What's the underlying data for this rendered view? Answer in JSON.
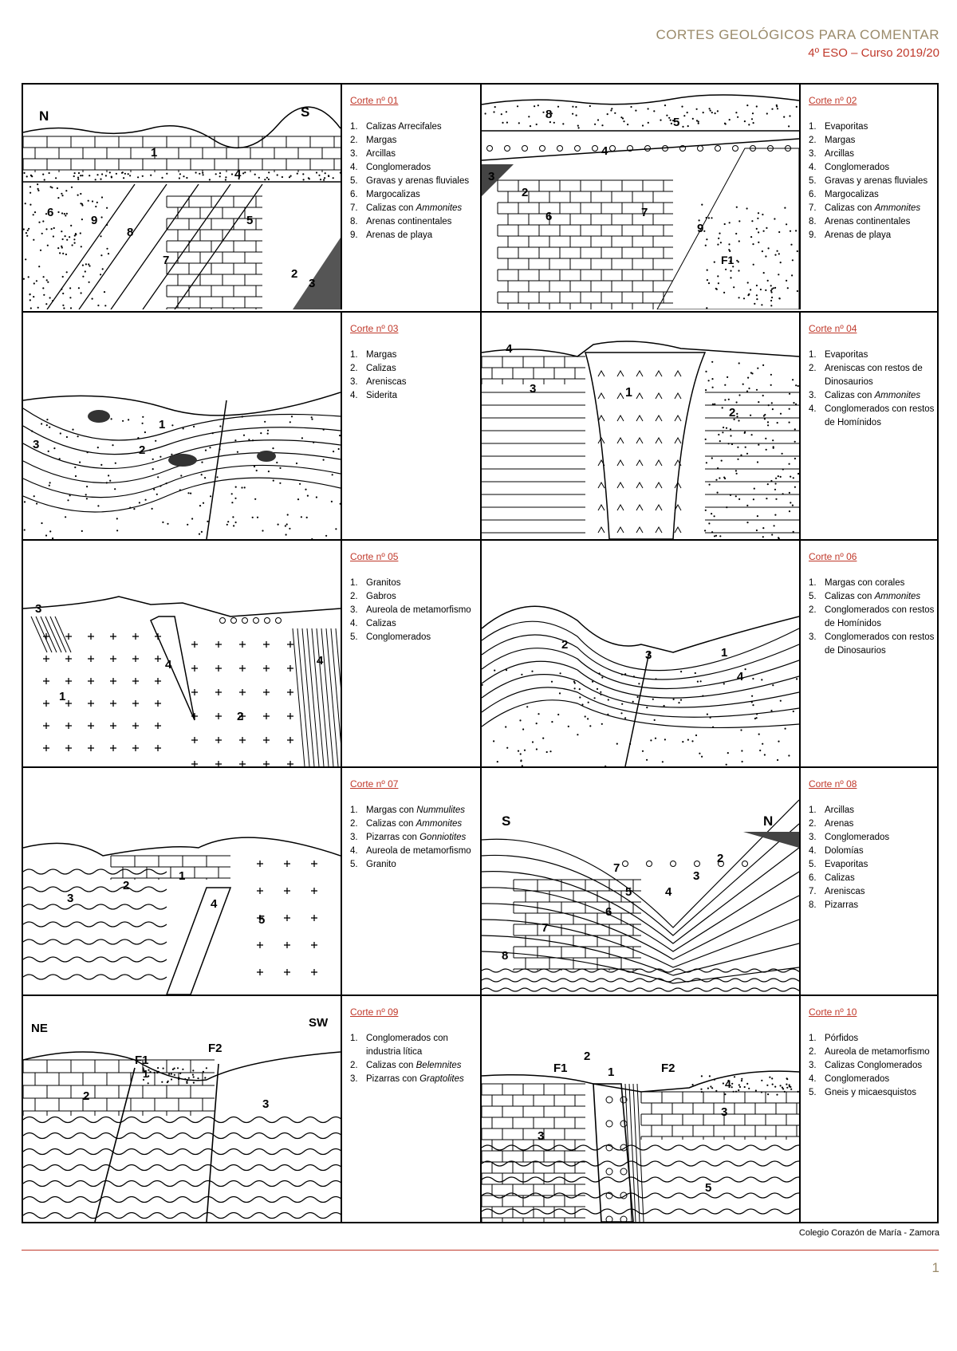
{
  "header": {
    "title": "CORTES GEOLÓGICOS PARA COMENTAR",
    "subtitle": "4º ESO – Curso 2019/20"
  },
  "panels": [
    {
      "title": "Corte nº 01",
      "diagram_labels": [
        "N",
        "S",
        "1",
        "2",
        "3",
        "4",
        "5",
        "6",
        "7",
        "8",
        "9"
      ],
      "items": [
        {
          "n": "1.",
          "t": "Calizas Arrecifales"
        },
        {
          "n": "2.",
          "t": "Margas"
        },
        {
          "n": "3.",
          "t": "Arcillas"
        },
        {
          "n": "4.",
          "t": "Conglomerados"
        },
        {
          "n": "5.",
          "t": "Gravas y arenas fluviales"
        },
        {
          "n": "6.",
          "t": "Margocalizas"
        },
        {
          "n": "7.",
          "t": "Calizas con Ammonites"
        },
        {
          "n": "8.",
          "t": "Arenas continentales"
        },
        {
          "n": "9.",
          "t": "Arenas de playa"
        }
      ]
    },
    {
      "title": "Corte nº 02",
      "diagram_labels": [
        "8",
        "5",
        "4",
        "3",
        "2",
        "6",
        "7",
        "9",
        "F1"
      ],
      "items": [
        {
          "n": "1.",
          "t": "Evaporitas"
        },
        {
          "n": "2.",
          "t": "Margas"
        },
        {
          "n": "3.",
          "t": "Arcillas"
        },
        {
          "n": "4.",
          "t": "Conglomerados"
        },
        {
          "n": "5.",
          "t": "Gravas y arenas fluviales"
        },
        {
          "n": "6.",
          "t": "Margocalizas"
        },
        {
          "n": "7.",
          "t": "Calizas con Ammonites"
        },
        {
          "n": "8.",
          "t": "Arenas continentales"
        },
        {
          "n": "9.",
          "t": "Arenas de playa"
        }
      ]
    },
    {
      "title": "Corte nº 03",
      "diagram_labels": [
        "1",
        "2",
        "3"
      ],
      "items": [
        {
          "n": "1.",
          "t": "Margas"
        },
        {
          "n": "2.",
          "t": "Calizas"
        },
        {
          "n": "3.",
          "t": "Areniscas"
        },
        {
          "n": "4.",
          "t": "Siderita"
        }
      ]
    },
    {
      "title": "Corte nº 04",
      "diagram_labels": [
        "4",
        "3",
        "1",
        "2"
      ],
      "items": [
        {
          "n": "1.",
          "t": "Evaporitas"
        },
        {
          "n": "2.",
          "t": "Areniscas con restos de Dinosaurios"
        },
        {
          "n": "3.",
          "t": "Calizas con Ammonites"
        },
        {
          "n": "4.",
          "t": "Conglomerados con restos de Homínidos"
        }
      ]
    },
    {
      "title": "Corte nº 05",
      "diagram_labels": [
        "3",
        "4",
        "1",
        "2",
        "4"
      ],
      "items": [
        {
          "n": "1.",
          "t": "Granitos"
        },
        {
          "n": "2.",
          "t": "Gabros"
        },
        {
          "n": "3.",
          "t": "Aureola de metamorfismo"
        },
        {
          "n": "4.",
          "t": "Calizas"
        },
        {
          "n": "5.",
          "t": "Conglomerados"
        }
      ]
    },
    {
      "title": "Corte nº 06",
      "diagram_labels": [
        "2",
        "3",
        "1",
        "4"
      ],
      "items": [
        {
          "n": "1.",
          "t": "Margas con corales"
        },
        {
          "n": "5.",
          "t": "Calizas con Ammonites"
        },
        {
          "n": "2.",
          "t": "Conglomerados con restos de Homínidos"
        },
        {
          "n": "3.",
          "t": "Conglomerados con restos de Dinosaurios"
        }
      ]
    },
    {
      "title": "Corte nº 07",
      "diagram_labels": [
        "1",
        "2",
        "3",
        "4",
        "5"
      ],
      "items": [
        {
          "n": "1.",
          "t": "Margas con Nummulites"
        },
        {
          "n": "2.",
          "t": "Calizas con Ammonites"
        },
        {
          "n": "3.",
          "t": "Pizarras con Gonniotites"
        },
        {
          "n": "4.",
          "t": "Aureola de metamorfismo"
        },
        {
          "n": "5.",
          "t": "Granito"
        }
      ]
    },
    {
      "title": "Corte nº 08",
      "diagram_labels": [
        "S",
        "N",
        "2",
        "3",
        "7",
        "5",
        "4",
        "6",
        "7",
        "8"
      ],
      "items": [
        {
          "n": "1.",
          "t": "Arcillas"
        },
        {
          "n": "2.",
          "t": "Arenas"
        },
        {
          "n": "3.",
          "t": "Conglomerados"
        },
        {
          "n": "4.",
          "t": "Dolomías"
        },
        {
          "n": "5.",
          "t": "Evaporitas"
        },
        {
          "n": "6.",
          "t": "Calizas"
        },
        {
          "n": "7.",
          "t": "Areniscas"
        },
        {
          "n": "8.",
          "t": "Pizarras"
        }
      ]
    },
    {
      "title": "Corte nº 09",
      "diagram_labels": [
        "NE",
        "SW",
        "F1",
        "F2",
        "2",
        "1",
        "3"
      ],
      "items": [
        {
          "n": "1.",
          "t": "Conglomerados con industria lítica"
        },
        {
          "n": "2.",
          "t": "Calizas con Belemnites"
        },
        {
          "n": "3.",
          "t": "Pizarras con Graptolites"
        }
      ]
    },
    {
      "title": "Corte nº 10",
      "diagram_labels": [
        "F1",
        "2",
        "1",
        "F2",
        "4",
        "3",
        "3",
        "5"
      ],
      "items": [
        {
          "n": "1.",
          "t": "Pórfidos"
        },
        {
          "n": "2.",
          "t": "Aureola de metamorfismo"
        },
        {
          "n": "3.",
          "t": "Calizas Conglomerados"
        },
        {
          "n": "4.",
          "t": "Conglomerados"
        },
        {
          "n": "5.",
          "t": "Gneis y micaesquistos"
        }
      ]
    }
  ],
  "footer": {
    "school": "Colegio Corazón de María - Zamora",
    "page": "1"
  }
}
